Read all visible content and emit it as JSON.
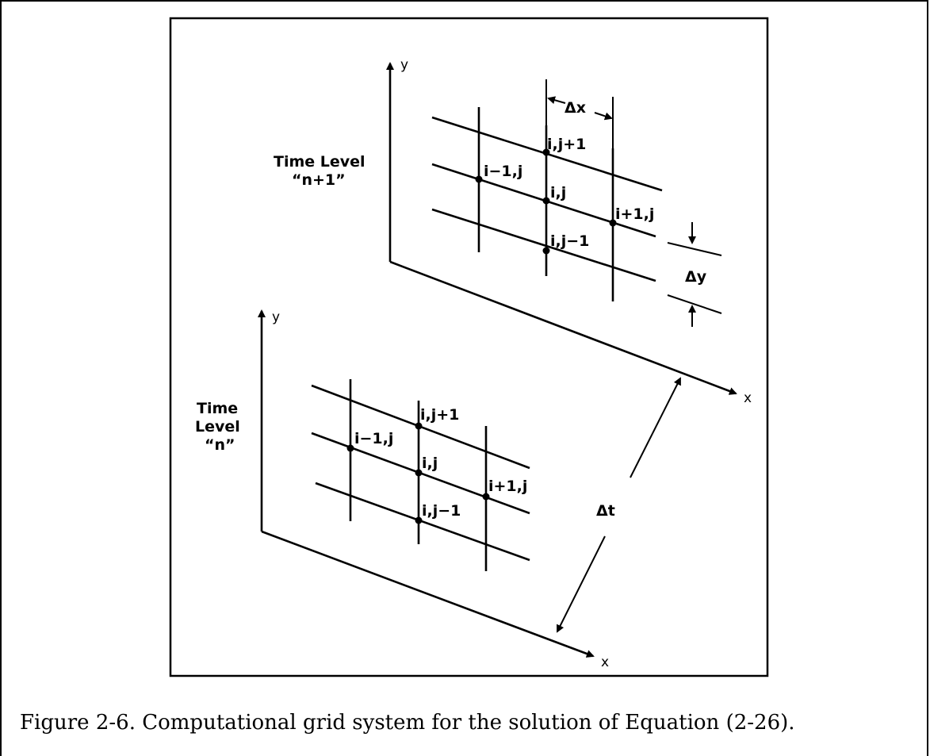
{
  "figure": {
    "caption": "Figure 2-6. Computational grid system for the solution of Equation (2-26)."
  },
  "upper_level": {
    "title_line1": "Time Level",
    "title_line2": "“n+1”",
    "y_axis": "y",
    "x_axis": "x",
    "nodes": {
      "top": "i,j+1",
      "left": "i−1,j",
      "center": "i,j",
      "right": "i+1,j",
      "bottom": "i,j−1"
    },
    "dx_label": "Δx",
    "dy_label": "Δy"
  },
  "lower_level": {
    "title_line1": "Time",
    "title_line2": "Level",
    "title_line3": "“n”",
    "y_axis": "y",
    "x_axis": "x",
    "nodes": {
      "top": "i,j+1",
      "left": "i−1,j",
      "center": "i,j",
      "right": "i+1,j",
      "bottom": "i,j−1"
    }
  },
  "dt_label": "Δt"
}
